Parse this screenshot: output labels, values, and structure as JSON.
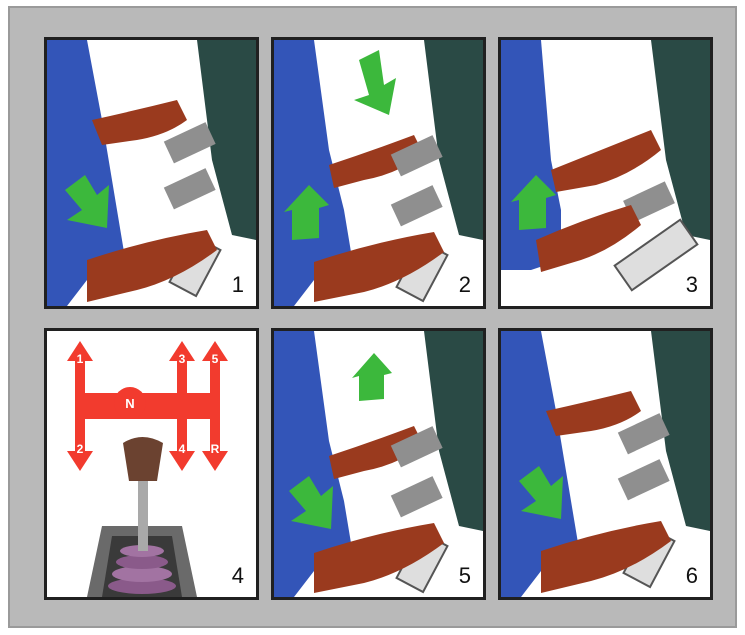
{
  "steps": [
    {
      "number": "1"
    },
    {
      "number": "2"
    },
    {
      "number": "3"
    },
    {
      "number": "4"
    },
    {
      "number": "5"
    },
    {
      "number": "6"
    }
  ],
  "shift_pattern": {
    "gears": [
      "1",
      "3",
      "5",
      "N",
      "2",
      "4",
      "R"
    ]
  },
  "colors": {
    "frame": "#b9b9b9",
    "trousers": "#3355b8",
    "shoe": "#9a3a1e",
    "pedal": "#8f8f8f",
    "arrow": "#3cb83c",
    "shift_pattern": "#f23b2e",
    "dark_background": "#2a4a45"
  }
}
